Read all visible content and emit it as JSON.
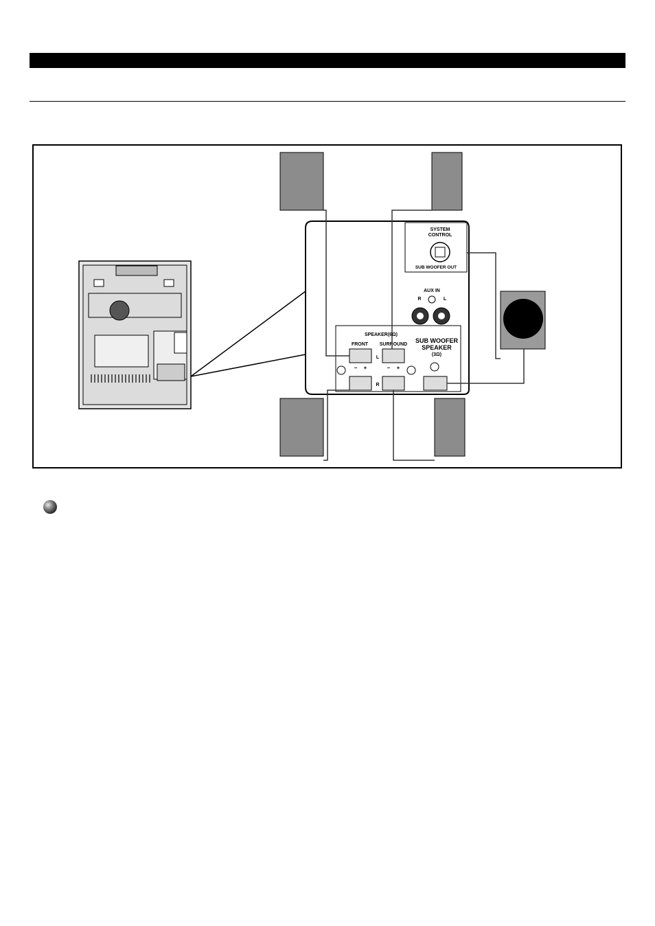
{
  "panel_labels": {
    "system_control": "SYSTEM",
    "system_control_2": "CONTROL",
    "sub_woofer_out": "SUB WOOFER OUT",
    "aux_in": "AUX IN",
    "aux_r": "R",
    "aux_l": "L",
    "speaker_heading": "SPEAKER(6Ω)",
    "front": "FRONT",
    "surround": "SURROUND",
    "sub_woofer": "SUB WOOFER",
    "speaker": "SPEAKER",
    "sub_ohm": "(3Ω)",
    "ch_l": "L",
    "ch_r": "R",
    "minus": "−",
    "plus": "+"
  },
  "colors": {
    "speaker_fill": "#8c8c8c",
    "woofer_fill": "#9a9a9a",
    "unit_fill": "#d8d8d8"
  },
  "icons": {
    "bullet": "round-bullet-icon"
  }
}
